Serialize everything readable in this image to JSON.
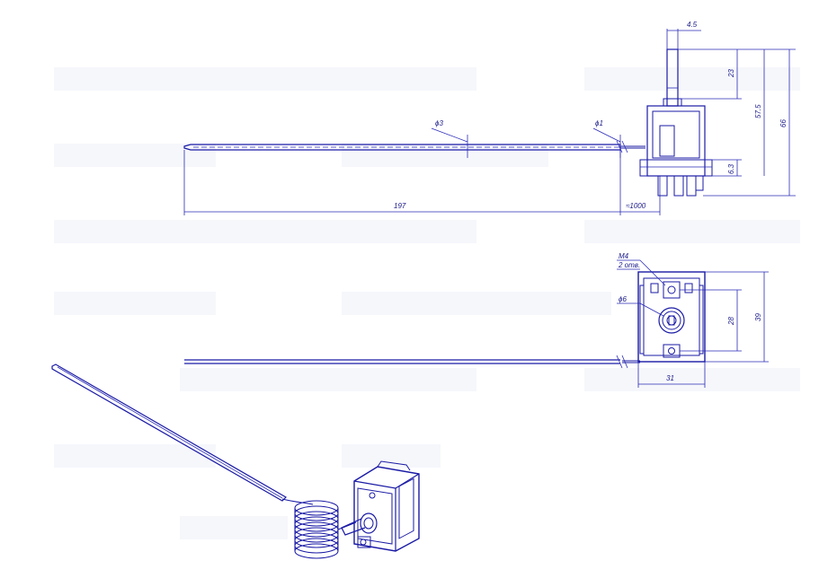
{
  "dimensions": {
    "shaft_width": "4.5",
    "shaft_height": "23",
    "body_height": "57.5",
    "total_height": "66",
    "terminal_height": "6.3",
    "bulb_diameter": "ϕ3",
    "capillary_diameter": "ϕ1",
    "bulb_length": "197",
    "capillary_length": "≈1000",
    "thread": "M4",
    "holes": "2 отв.",
    "shaft_diameter": "ϕ6",
    "mount_spacing": "28",
    "front_height": "39",
    "front_width": "31"
  },
  "colors": {
    "line": "#1a1aa6",
    "dim_line": "#2a2ab8",
    "watermark": "#eef0f6",
    "background": "#ffffff"
  }
}
